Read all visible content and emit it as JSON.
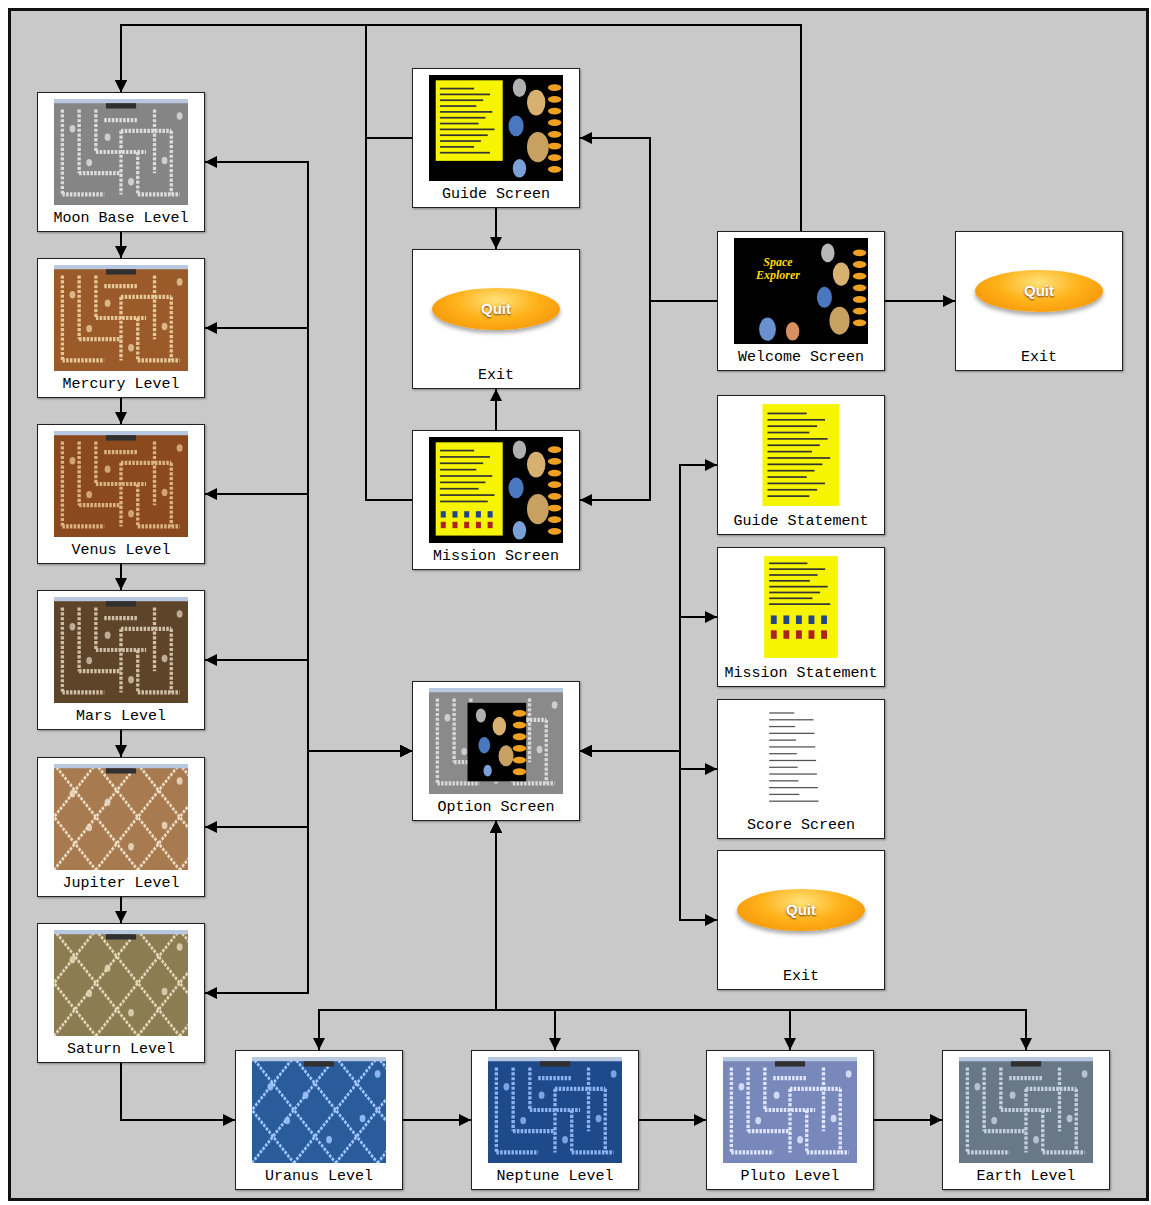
{
  "diagram": {
    "nodes": [
      {
        "text": [
          "Moon Base Level"
        ]
      },
      {
        "text": [
          "Guide Screen"
        ]
      },
      {
        "text": [
          "Quit",
          "Exit"
        ]
      },
      {
        "text": [
          "Space Explorer",
          "Welcome Screen"
        ]
      },
      {
        "text": [
          "Quit",
          "Exit"
        ]
      },
      {
        "text": [
          "Mercury Level"
        ]
      },
      {
        "text": [
          "Mission Screen"
        ]
      },
      {
        "text": [
          "Guide Statement"
        ]
      },
      {
        "text": [
          "Venus Level"
        ]
      },
      {
        "text": [
          "Mission Statement"
        ]
      },
      {
        "text": [
          "Mars Level"
        ]
      },
      {
        "text": [
          "Option Screen"
        ]
      },
      {
        "text": [
          "Score Screen"
        ]
      },
      {
        "text": [
          "Jupiter Level"
        ]
      },
      {
        "text": [
          "Quit",
          "Exit"
        ]
      },
      {
        "text": [
          "Saturn Level"
        ]
      },
      {
        "text": [
          "Uranus Level"
        ]
      },
      {
        "text": [
          "Neptune Level"
        ]
      },
      {
        "text": [
          "Pluto Level"
        ]
      },
      {
        "text": [
          "Earth Level"
        ]
      }
    ],
    "edges": [
      {
        "from": 0,
        "to": 5,
        "arrow": "to"
      },
      {
        "from": 5,
        "to": 8,
        "arrow": "to"
      },
      {
        "from": 8,
        "to": 10,
        "arrow": "to"
      },
      {
        "from": 10,
        "to": 13,
        "arrow": "to"
      },
      {
        "from": 13,
        "to": 15,
        "arrow": "to"
      },
      {
        "from": 15,
        "to": 16,
        "arrow": "to"
      },
      {
        "from": 16,
        "to": 17,
        "arrow": "to"
      },
      {
        "from": 17,
        "to": 18,
        "arrow": "to"
      },
      {
        "from": 18,
        "to": 19,
        "arrow": "to"
      },
      {
        "from": 3,
        "to": 4,
        "arrow": "to"
      },
      {
        "from": 3,
        "to": 1,
        "arrow": "to"
      },
      {
        "from": 3,
        "to": 6,
        "arrow": "to"
      },
      {
        "from": 1,
        "to": 2,
        "arrow": "to"
      },
      {
        "from": 6,
        "to": 2,
        "arrow": "to"
      },
      {
        "from": 3,
        "to": 0,
        "arrow": "to"
      },
      {
        "from": 1,
        "to": 0,
        "arrow": "to"
      },
      {
        "from": 6,
        "to": 0,
        "arrow": "to"
      },
      {
        "from": 11,
        "to": 0,
        "arrow": "both"
      },
      {
        "from": 11,
        "to": 5,
        "arrow": "both"
      },
      {
        "from": 11,
        "to": 8,
        "arrow": "both"
      },
      {
        "from": 11,
        "to": 10,
        "arrow": "both"
      },
      {
        "from": 11,
        "to": 13,
        "arrow": "both"
      },
      {
        "from": 11,
        "to": 15,
        "arrow": "both"
      },
      {
        "from": 11,
        "to": 16,
        "arrow": "both"
      },
      {
        "from": 11,
        "to": 17,
        "arrow": "both"
      },
      {
        "from": 11,
        "to": 18,
        "arrow": "both"
      },
      {
        "from": 11,
        "to": 19,
        "arrow": "both"
      },
      {
        "from": 11,
        "to": 7,
        "arrow": "both"
      },
      {
        "from": 11,
        "to": 9,
        "arrow": "both"
      },
      {
        "from": 11,
        "to": 12,
        "arrow": "both"
      },
      {
        "from": 11,
        "to": 14,
        "arrow": "both"
      }
    ]
  }
}
